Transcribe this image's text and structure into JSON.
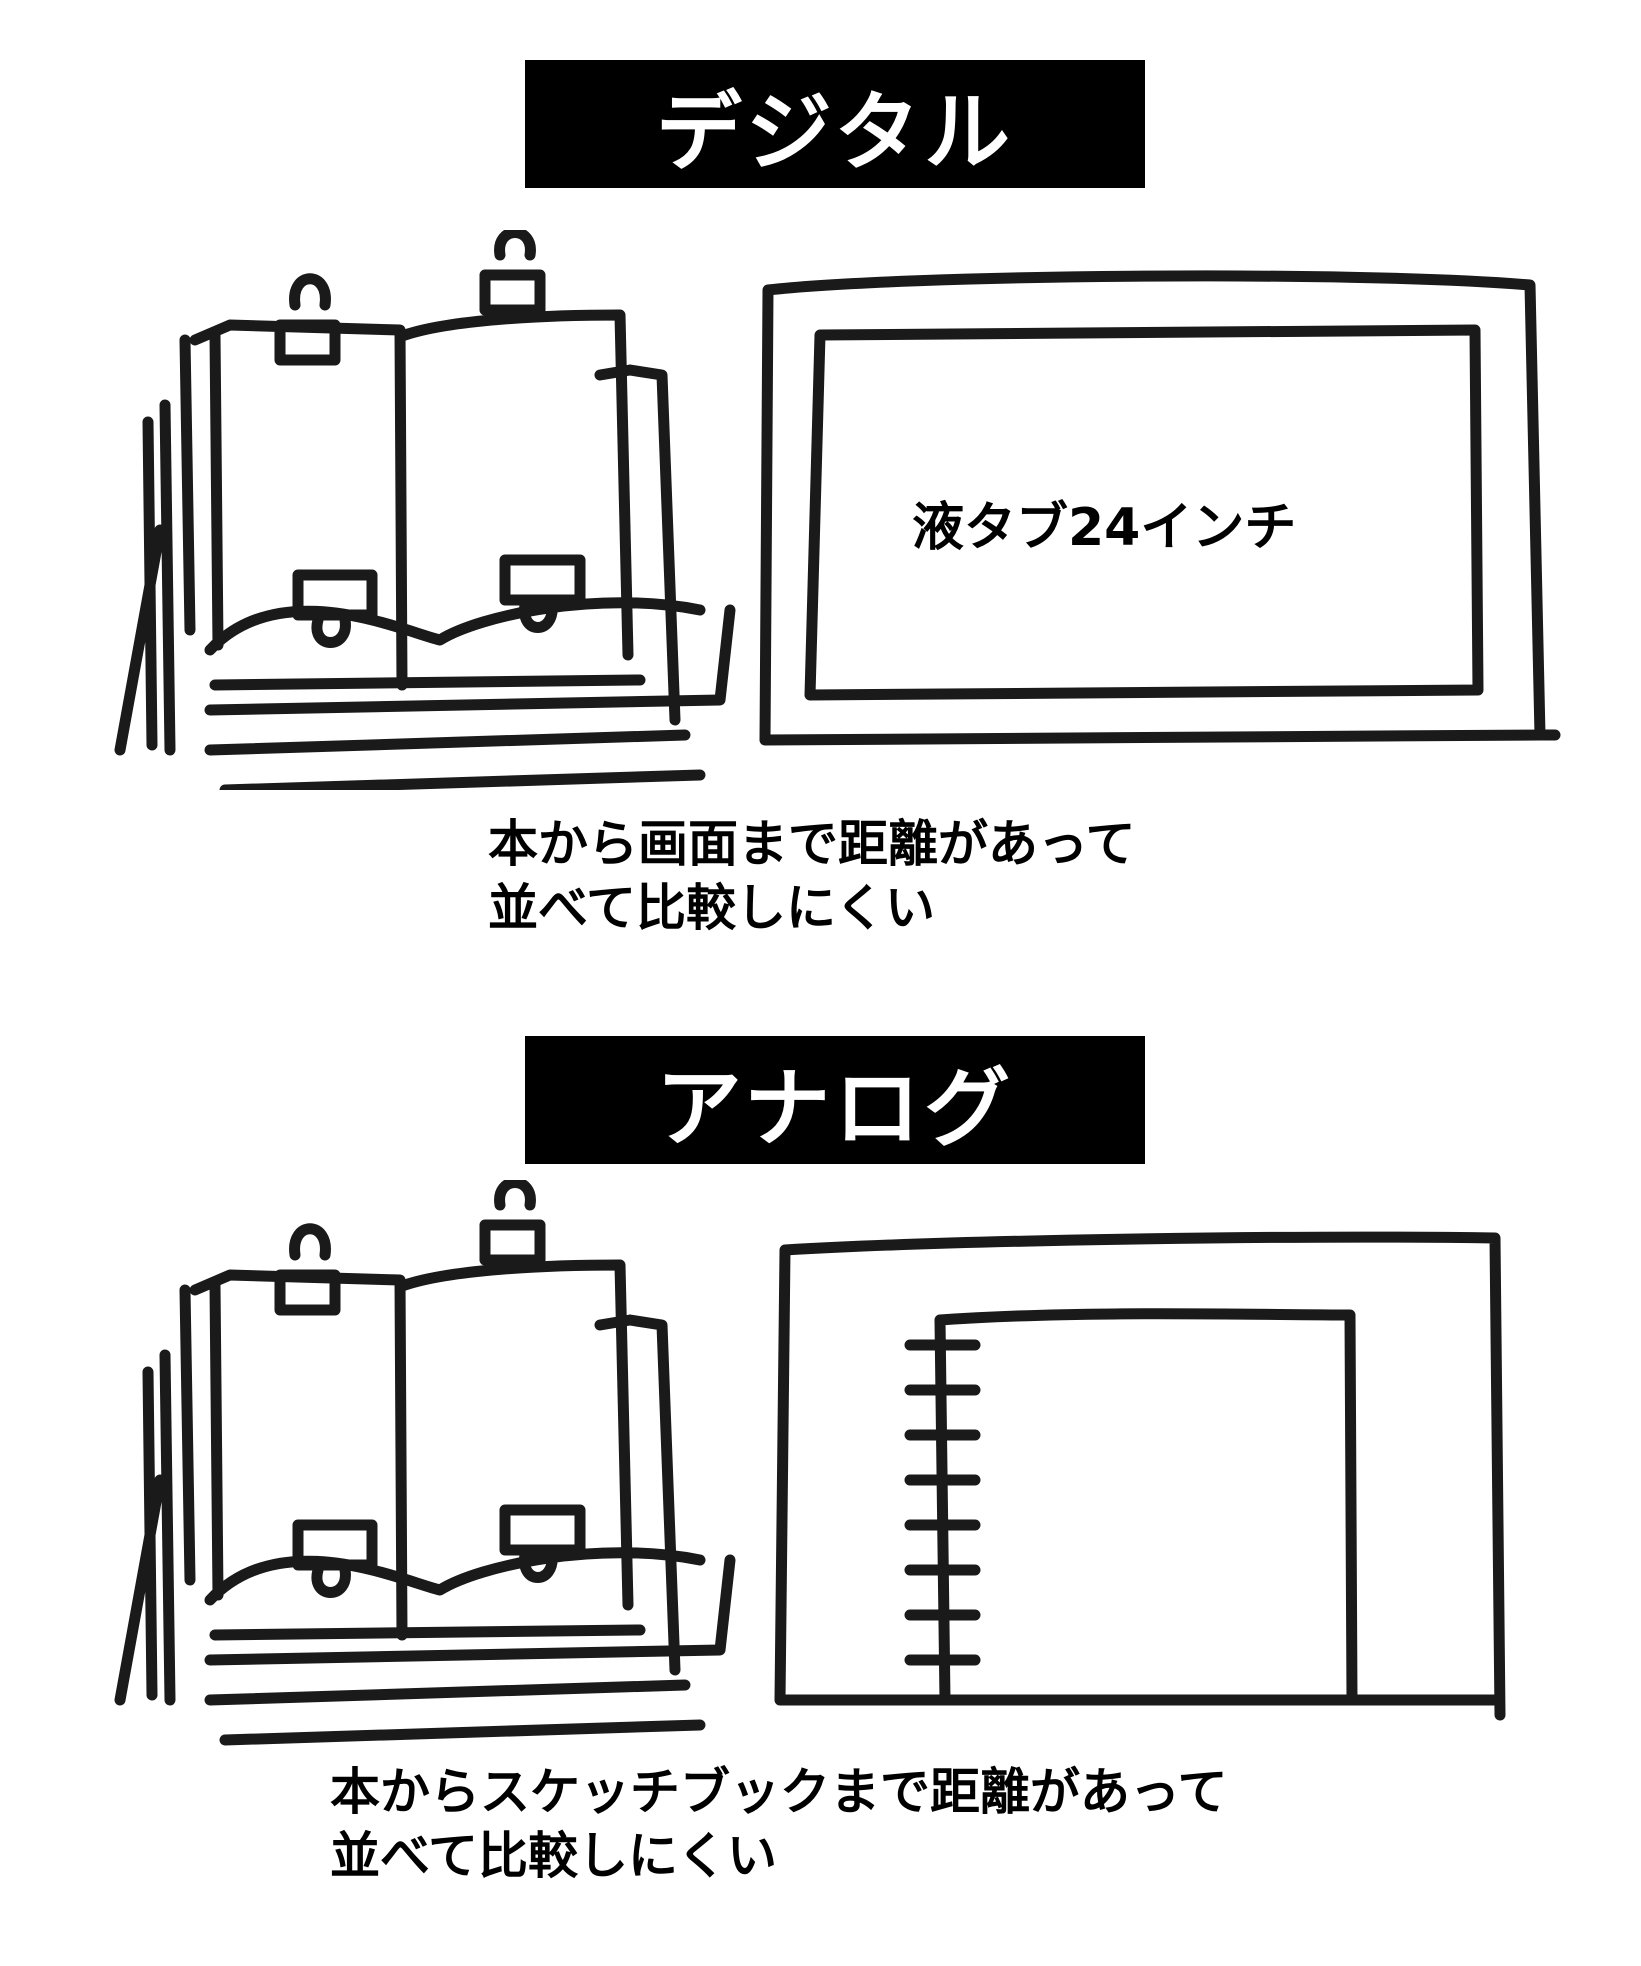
{
  "sections": [
    {
      "id": "digital",
      "title": "デジタル",
      "screen_label": "液タブ24インチ",
      "caption_lines": [
        "本から画面まで距離があって",
        "並べて比較しにくい"
      ]
    },
    {
      "id": "analog",
      "title": "アナログ",
      "caption_lines": [
        "本からスケッチブックまで距離があって",
        "並べて比較しにくい"
      ]
    }
  ],
  "colors": {
    "banner_bg": "#000000",
    "banner_text": "#ffffff",
    "ink": "#1a1a1a",
    "background": "#ffffff"
  },
  "icons": [
    "book-stand-icon",
    "pen-tablet-icon",
    "sketchbook-icon"
  ]
}
